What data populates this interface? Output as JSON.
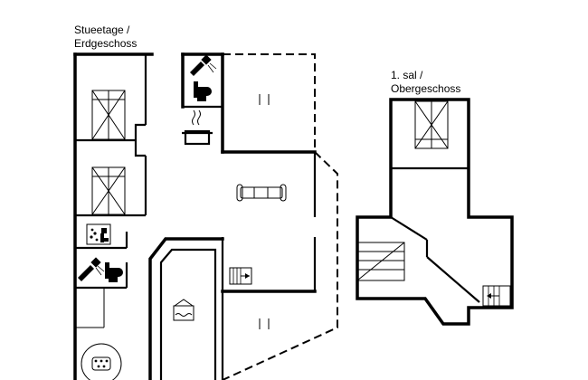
{
  "ground_floor": {
    "label_line1": "Stueetage /",
    "label_line2": "Erdgeschoss"
  },
  "upper_floor": {
    "label_line1": "1. sal /",
    "label_line2": "Obergeschoss"
  }
}
